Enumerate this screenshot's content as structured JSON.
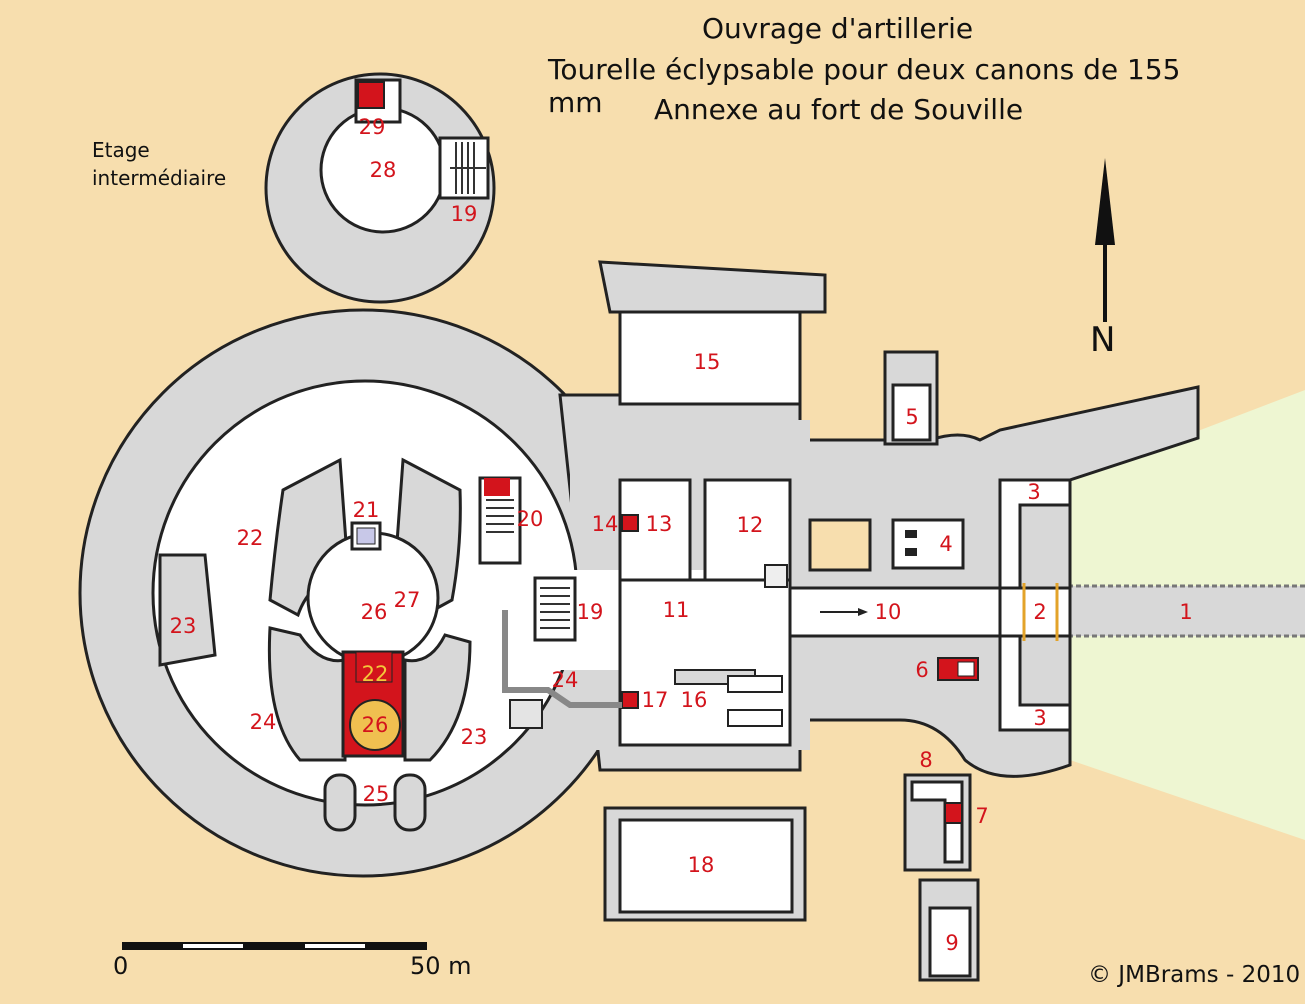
{
  "title": {
    "line1": "Ouvrage d'artillerie",
    "line2": "Tourelle éclypsable pour deux canons de 155 mm",
    "line3": "Annexe au fort de Souville"
  },
  "inset_label": {
    "line1": "Etage",
    "line2": "intermédiaire"
  },
  "north_label": "N",
  "scale": {
    "start": "0",
    "end": "50 m"
  },
  "credit": "©  JMBrams - 2010",
  "colors": {
    "background": "#f7deae",
    "wall": "#d8d8d8",
    "room": "#ffffff",
    "highlight": "#d3141c",
    "label": "#d3141c",
    "approach": "#eef6d2"
  },
  "rooms": {
    "r1": "1",
    "r2": "2",
    "r3a": "3",
    "r3b": "3",
    "r4": "4",
    "r5": "5",
    "r6": "6",
    "r7": "7",
    "r8": "8",
    "r9": "9",
    "r10": "10",
    "r11": "11",
    "r12": "12",
    "r13": "13",
    "r14": "14",
    "r15": "15",
    "r16": "16",
    "r17": "17",
    "r18": "18",
    "r19a": "19",
    "r19b": "19",
    "r20": "20",
    "r21": "21",
    "r22a": "22",
    "r22b": "22",
    "r23a": "23",
    "r23b": "23",
    "r24a": "24",
    "r24b": "24",
    "r25": "25",
    "r26a": "26",
    "r26b": "26",
    "r27": "27",
    "r28": "28",
    "r29": "29"
  }
}
